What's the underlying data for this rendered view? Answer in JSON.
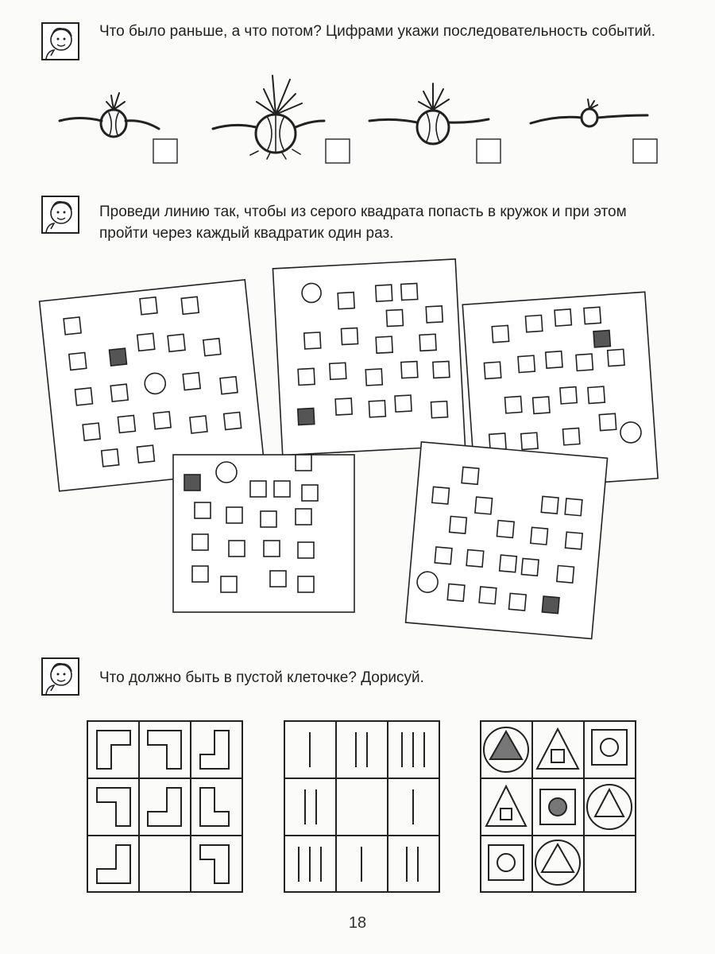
{
  "tasks": [
    {
      "text": "Что было раньше, а что потом? Цифрами укажи последовательность событий."
    },
    {
      "text": "Проведи линию так, чтобы из серого квадрата попасть в кружок и при этом пройти через каждый квадратик один раз."
    },
    {
      "text": "Что должно быть в пустой клеточке? Дорисуй."
    }
  ],
  "icons": {
    "task": "child-face-icon"
  },
  "colors": {
    "ink": "#222222",
    "gray_square": "#555555",
    "paper": "#fbfbf9"
  },
  "page_number": "18"
}
